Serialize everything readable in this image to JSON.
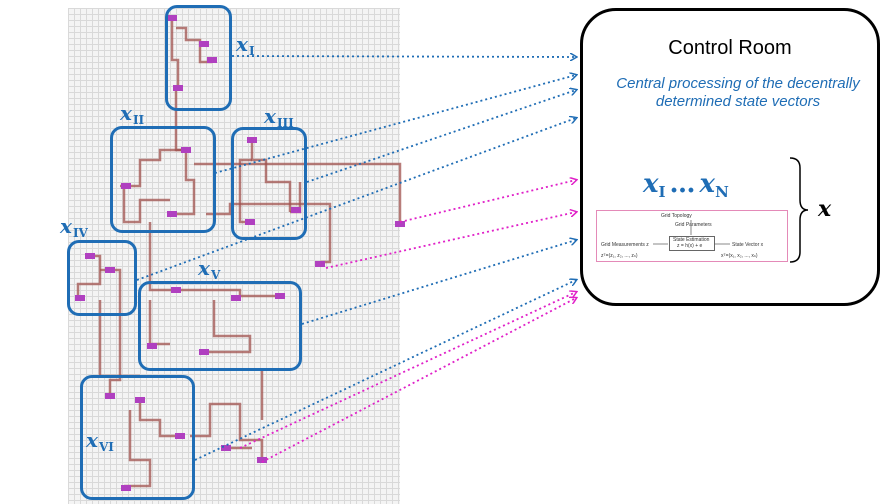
{
  "control_room": {
    "title": "Control Room",
    "description": "Central processing of the decentrally determined state vectors",
    "state_range": {
      "first": "x",
      "first_sub": "I",
      "ellipsis": "…",
      "last": "x",
      "last_sub": "N"
    },
    "total_vector": "x"
  },
  "regions": [
    {
      "symbol": "x",
      "subscript": "I"
    },
    {
      "symbol": "x",
      "subscript": "II"
    },
    {
      "symbol": "x",
      "subscript": "III"
    },
    {
      "symbol": "x",
      "subscript": "IV"
    },
    {
      "symbol": "x",
      "subscript": "V"
    },
    {
      "symbol": "x",
      "subscript": "VI"
    }
  ],
  "estimation_diagram": {
    "grid_topology": "Grid Topology",
    "grid_parameters": "Grid Parameters",
    "grid_measurements": "Grid Measurements  z",
    "state_estimation": "State Estimation",
    "equation": "z = h(x) + e",
    "state_vector": "State Vector  x",
    "measurement_vector": "zᵀ=(z₁, z₂, ..., zₙ)",
    "state_vector_values": "xᵀ=(x₁, x₂, ..., xₙ)"
  },
  "colors": {
    "region_border": "#1f6db5",
    "arrow_blue": "#1f6db5",
    "arrow_magenta": "#e020c8",
    "grid_line": "#a0524d",
    "bus_node": "#b040c0"
  }
}
